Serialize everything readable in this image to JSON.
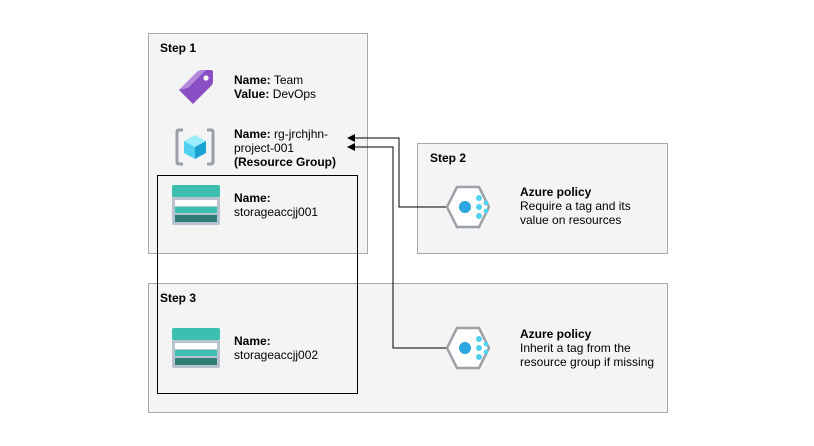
{
  "step1": {
    "title": "Step 1",
    "tag": {
      "icon": "tag-icon",
      "name_label": "Name:",
      "name_value": "Team",
      "value_label": "Value:",
      "value_value": "DevOps"
    },
    "resource_group": {
      "icon": "resource-group-icon",
      "name_label": "Name:",
      "name_line1": "rg-jrchjhn-",
      "name_line2": "project-001",
      "type_label": "(Resource Group)"
    },
    "storage": {
      "icon": "storage-account-icon",
      "name_label": "Name:",
      "name_value": "storageaccjj001"
    }
  },
  "step2": {
    "title": "Step 2",
    "policy": {
      "icon": "azure-policy-icon",
      "title": "Azure policy",
      "line1": "Require a tag and its",
      "line2": "value on resources"
    }
  },
  "step3": {
    "title": "Step 3",
    "storage": {
      "icon": "storage-account-icon",
      "name_label": "Name:",
      "name_value": "storageaccjj002"
    },
    "policy": {
      "icon": "azure-policy-icon",
      "title": "Azure policy",
      "line1": "Inherit a tag from the",
      "line2": "resource group if missing"
    }
  },
  "colors": {
    "box_fill": "#f4f4f4",
    "box_border": "#a8a8a8",
    "tag_purple": "#8a4fc4",
    "storage_teal": "#3cbfae",
    "policy_blue": "#2aa6e0",
    "rg_cyan": "#50d2f0"
  }
}
